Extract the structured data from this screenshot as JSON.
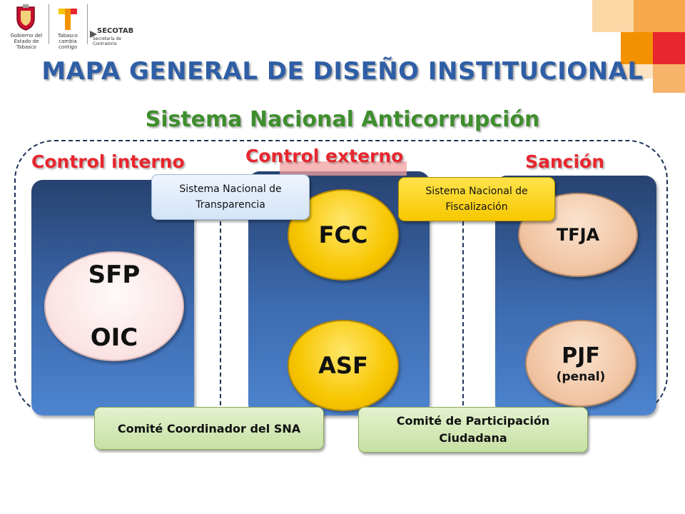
{
  "header": {
    "logo1_text": "Gobierno del Estado de Tabasco",
    "logo2_text": "Tabasco cambia contigo",
    "logo3_name": "SECOTAB",
    "logo3_sub": "Secretaría de Contraloría"
  },
  "titles": {
    "main": "MAPA GENERAL DE DISEÑO INSTITUCIONAL",
    "sub": "Sistema Nacional Anticorrupción"
  },
  "columns": {
    "left_heading": "Control interno",
    "center_heading": "Control externo",
    "right_heading": "Sanción"
  },
  "left": {
    "oval_top": "SFP",
    "oval_bottom": "OIC"
  },
  "center": {
    "oval_top": "FCC",
    "oval_bottom": "ASF"
  },
  "right": {
    "oval_top": "TFJA",
    "oval_bottom": "PJF",
    "oval_bottom_sub": "(penal)"
  },
  "systems": {
    "transparency": "Sistema Nacional de Transparencia",
    "fiscalization": "Sistema Nacional de Fiscalización"
  },
  "committees": {
    "coordinator": "Comité Coordinador del SNA",
    "participation": "Comité de Participación Ciudadana"
  },
  "colors": {
    "title_blue": "#2e5ea6",
    "subtitle_green": "#3f8e2e",
    "heading_red": "#e8262e",
    "panel_blue": "#3c6bb0",
    "gold": "#f7c600"
  }
}
